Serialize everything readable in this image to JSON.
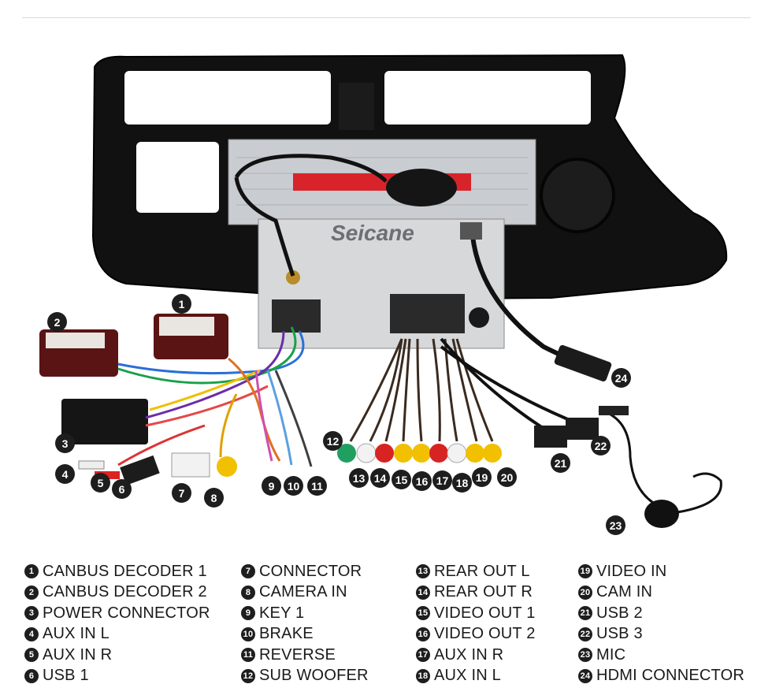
{
  "brand": "Seicane",
  "callouts": [
    {
      "n": "1"
    },
    {
      "n": "2"
    },
    {
      "n": "3"
    },
    {
      "n": "4"
    },
    {
      "n": "5"
    },
    {
      "n": "6"
    },
    {
      "n": "7"
    },
    {
      "n": "8"
    },
    {
      "n": "9"
    },
    {
      "n": "10"
    },
    {
      "n": "11"
    },
    {
      "n": "12"
    },
    {
      "n": "13"
    },
    {
      "n": "14"
    },
    {
      "n": "15"
    },
    {
      "n": "16"
    },
    {
      "n": "17"
    },
    {
      "n": "18"
    },
    {
      "n": "19"
    },
    {
      "n": "20"
    },
    {
      "n": "21"
    },
    {
      "n": "22"
    },
    {
      "n": "23"
    },
    {
      "n": "24"
    }
  ],
  "legend": {
    "col1": [
      {
        "n": "1",
        "label": "CANBUS DECODER 1"
      },
      {
        "n": "2",
        "label": "CANBUS DECODER 2"
      },
      {
        "n": "3",
        "label": "POWER CONNECTOR"
      },
      {
        "n": "4",
        "label": "AUX IN L"
      },
      {
        "n": "5",
        "label": "AUX IN R"
      },
      {
        "n": "6",
        "label": "USB 1"
      }
    ],
    "col2": [
      {
        "n": "7",
        "label": "CONNECTOR"
      },
      {
        "n": "8",
        "label": "CAMERA IN"
      },
      {
        "n": "9",
        "label": "KEY 1"
      },
      {
        "n": "10",
        "label": "BRAKE"
      },
      {
        "n": "11",
        "label": "REVERSE"
      },
      {
        "n": "12",
        "label": "SUB WOOFER"
      }
    ],
    "col3": [
      {
        "n": "13",
        "label": "REAR OUT L"
      },
      {
        "n": "14",
        "label": "REAR OUT R"
      },
      {
        "n": "15",
        "label": "VIDEO OUT 1"
      },
      {
        "n": "16",
        "label": "VIDEO OUT 2"
      },
      {
        "n": "17",
        "label": "AUX IN R"
      },
      {
        "n": "18",
        "label": "AUX IN L"
      }
    ],
    "col4": [
      {
        "n": "19",
        "label": "VIDEO IN"
      },
      {
        "n": "20",
        "label": "CAM IN"
      },
      {
        "n": "21",
        "label": "USB 2"
      },
      {
        "n": "22",
        "label": "USB 3"
      },
      {
        "n": "23",
        "label": "MIC"
      },
      {
        "n": "24",
        "label": "HDMI CONNECTOR"
      }
    ]
  }
}
